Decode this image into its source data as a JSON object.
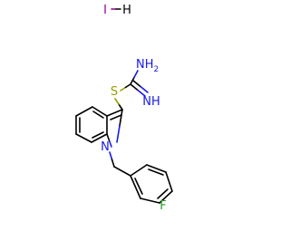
{
  "structure": {
    "salt": {
      "iodine": "I",
      "hydrogen": "H"
    },
    "sulfur": "S",
    "amino_group": {
      "text": "NH",
      "subscript": "2"
    },
    "imino_group": "NH",
    "indole_nitrogen": "N",
    "fluorine": "F"
  },
  "colors": {
    "bond": "#000000",
    "iodine": "#940094",
    "sulfur": "#9b9b00",
    "nitrogen": "#1919e6",
    "fluorine": "#2a9b2a"
  }
}
